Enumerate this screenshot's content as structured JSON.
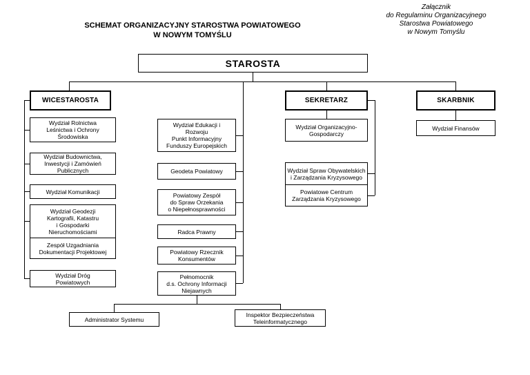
{
  "header": {
    "title": "SCHEMAT ORGANIZACYJNY STAROSTWA POWIATOWEGO\nW NOWYM TOMYŚLU",
    "annotation": "Załącznik\ndo Regulaminu Organizacyjnego\nStarostwa Powiatowego\nw Nowym Tomyślu"
  },
  "org": {
    "root": "STAROSTA",
    "wicestarosta": {
      "label": "WICESTAROSTA",
      "units": [
        "Wydział Rolnictwa\nLeśnictwa i Ochrony\nŚrodowiska",
        "Wydział Budownictwa,\nInwestycji i Zamówień\nPublicznych",
        "Wydział Komunikacji",
        "Wydział Geodezji\nKartografii, Katastru\ni Gospodarki\nNieruchomościami",
        "Zespół Uzgadniania\nDokumentacji Projektowej",
        "Wydział Dróg\nPowiatowych"
      ]
    },
    "starosta_direct": {
      "units": [
        "Wydział Edukacji i\nRozwoju\nPunkt Informacyjny\nFunduszy Europejskich",
        "Geodeta Powiatowy",
        "Powiatowy Zespół\ndo Spraw Orzekania\no Niepełnosprawności",
        "Radca Prawny",
        "Powiatowy Rzecznik\nKonsumentów",
        "Pełnomocnik\nd.s. Ochrony Informacji\nNiejawnych"
      ],
      "sub_units": [
        "Administrator Systemu",
        "Inspektor Bezpieczeństwa\nTeleinformatycznego"
      ]
    },
    "sekretarz": {
      "label": "SEKRETARZ",
      "units": [
        "Wydział Organizacyjno-\nGospodarczy",
        "Wydział Spraw Obywatelskich\ni Zarządzania Kryzysowego",
        "Powiatowe Centrum\nZarządzania Kryzysowego"
      ]
    },
    "skarbnik": {
      "label": "SKARBNIK",
      "units": [
        "Wydział Finansów"
      ]
    }
  }
}
